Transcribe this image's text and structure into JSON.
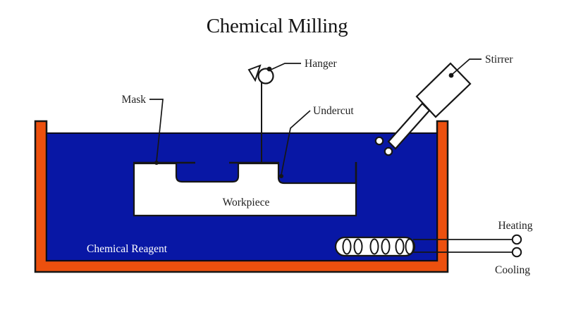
{
  "title": "Chemical Milling",
  "labels": {
    "hanger": "Hanger",
    "mask": "Mask",
    "undercut": "Undercut",
    "workpiece": "Workpiece",
    "reagent": "Chemical Reagent",
    "stirrer": "Stirrer",
    "heating": "Heating",
    "cooling": "Cooling"
  },
  "colors": {
    "tank_orange": "#ec500e",
    "reagent_blue": "#0817a5",
    "line_black": "#161616",
    "workpiece_white": "#ffffff"
  }
}
